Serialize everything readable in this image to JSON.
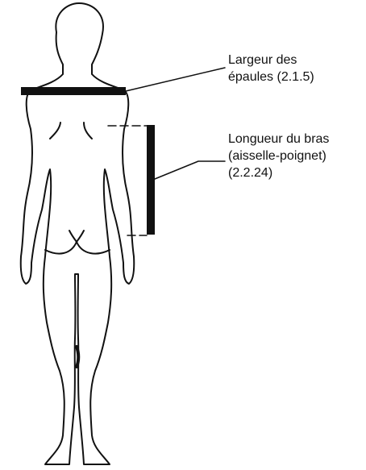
{
  "figure": {
    "labels": {
      "shoulder_width": {
        "line1": "Largeur des",
        "line2": "épaules (2.1.5)"
      },
      "arm_length": {
        "line1": "Longueur du bras",
        "line2": "(aisselle-poignet)",
        "line3": "(2.2.24)"
      }
    },
    "colors": {
      "ink": "#111111",
      "background": "#ffffff"
    }
  }
}
